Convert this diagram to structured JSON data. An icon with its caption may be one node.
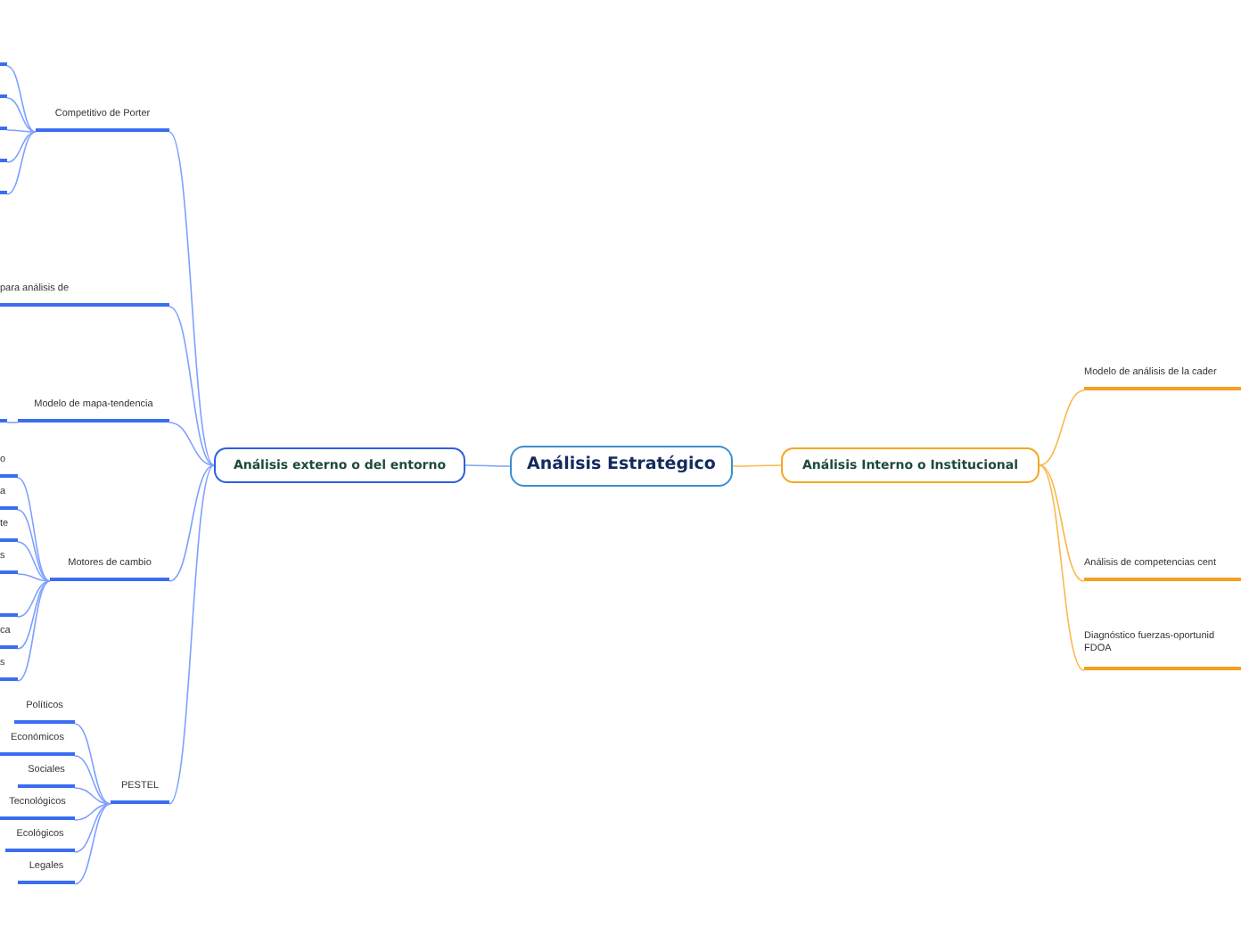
{
  "diagram": {
    "nodes": [
      {
        "text": [
          "Análisis Estratégico"
        ]
      },
      {
        "text": [
          "Análisis externo o del entorno"
        ]
      },
      {
        "text": [
          "Análisis Interno o Institucional"
        ]
      },
      {
        "text": [
          "Competitivo de Porter"
        ]
      },
      {
        "text": [],
        "shape": "bar"
      },
      {
        "text": [],
        "shape": "bar"
      },
      {
        "text": [],
        "shape": "bar"
      },
      {
        "text": [],
        "shape": "bar"
      },
      {
        "text": [],
        "shape": "bar"
      },
      {
        "text": [
          "para análisis de"
        ]
      },
      {
        "text": [
          "Modelo de mapa-tendencia"
        ]
      },
      {
        "text": [],
        "shape": "bar"
      },
      {
        "text": [
          "Motores de cambio"
        ]
      },
      {
        "text": [
          "o"
        ]
      },
      {
        "text": [
          "a"
        ]
      },
      {
        "text": [
          "te"
        ]
      },
      {
        "text": [
          "s"
        ]
      },
      {
        "text": [],
        "shape": "bar"
      },
      {
        "text": [
          "ca"
        ]
      },
      {
        "text": [
          "s"
        ]
      },
      {
        "text": [
          "PESTEL"
        ]
      },
      {
        "text": [
          "Políticos"
        ]
      },
      {
        "text": [
          "Económicos"
        ]
      },
      {
        "text": [
          "Sociales"
        ]
      },
      {
        "text": [
          "Tecnológicos"
        ]
      },
      {
        "text": [
          "Ecológicos"
        ]
      },
      {
        "text": [
          "Legales"
        ]
      },
      {
        "text": [
          "Modelo de análisis de la cader"
        ]
      },
      {
        "text": [
          "Análisis de competencias cent"
        ]
      },
      {
        "text": [
          "Diagnóstico fuerzas-oportunid FDOA"
        ]
      }
    ],
    "edges": [
      {
        "from": 0,
        "to": 1,
        "arrow": "none"
      },
      {
        "from": 0,
        "to": 2,
        "arrow": "none",
        "color": "#f9b94c"
      },
      {
        "from": 1,
        "to": 3,
        "arrow": "none"
      },
      {
        "from": 1,
        "to": 9,
        "arrow": "none"
      },
      {
        "from": 1,
        "to": 10,
        "arrow": "none"
      },
      {
        "from": 1,
        "to": 12,
        "arrow": "none"
      },
      {
        "from": 1,
        "to": 20,
        "arrow": "none"
      },
      {
        "from": 3,
        "to": 4,
        "arrow": "none"
      },
      {
        "from": 3,
        "to": 5,
        "arrow": "none"
      },
      {
        "from": 3,
        "to": 6,
        "arrow": "none"
      },
      {
        "from": 3,
        "to": 7,
        "arrow": "none"
      },
      {
        "from": 3,
        "to": 8,
        "arrow": "none"
      },
      {
        "from": 10,
        "to": 11,
        "arrow": "none"
      },
      {
        "from": 12,
        "to": 13,
        "arrow": "none"
      },
      {
        "from": 12,
        "to": 14,
        "arrow": "none"
      },
      {
        "from": 12,
        "to": 15,
        "arrow": "none"
      },
      {
        "from": 12,
        "to": 16,
        "arrow": "none"
      },
      {
        "from": 12,
        "to": 17,
        "arrow": "none"
      },
      {
        "from": 12,
        "to": 18,
        "arrow": "none"
      },
      {
        "from": 12,
        "to": 19,
        "arrow": "none"
      },
      {
        "from": 20,
        "to": 21,
        "arrow": "none"
      },
      {
        "from": 20,
        "to": 22,
        "arrow": "none"
      },
      {
        "from": 20,
        "to": 23,
        "arrow": "none"
      },
      {
        "from": 20,
        "to": 24,
        "arrow": "none"
      },
      {
        "from": 20,
        "to": 25,
        "arrow": "none"
      },
      {
        "from": 20,
        "to": 26,
        "arrow": "none"
      },
      {
        "from": 2,
        "to": 27,
        "arrow": "none",
        "color": "#f9b94c"
      },
      {
        "from": 2,
        "to": 28,
        "arrow": "none",
        "color": "#f9b94c"
      },
      {
        "from": 2,
        "to": 29,
        "arrow": "none",
        "color": "#f9b94c"
      }
    ]
  }
}
